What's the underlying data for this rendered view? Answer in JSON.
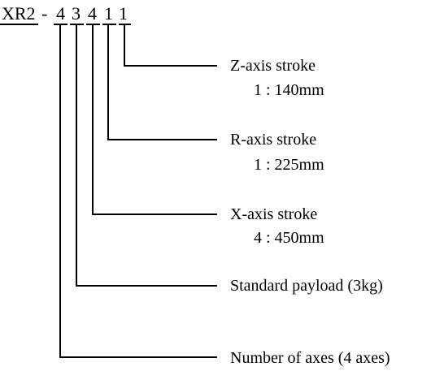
{
  "model_code": {
    "prefix": "XR2",
    "separator": "-",
    "digits": [
      "4",
      "3",
      "4",
      "1",
      "1"
    ]
  },
  "callouts": [
    {
      "title": "Z-axis stroke",
      "value": "1 : 140mm"
    },
    {
      "title": "R-axis stroke",
      "value": "1 : 225mm"
    },
    {
      "title": "X-axis stroke",
      "value": "4 : 450mm"
    },
    {
      "title": "Standard payload (3kg)",
      "value": ""
    },
    {
      "title": "Number of axes (4 axes)",
      "value": ""
    }
  ]
}
